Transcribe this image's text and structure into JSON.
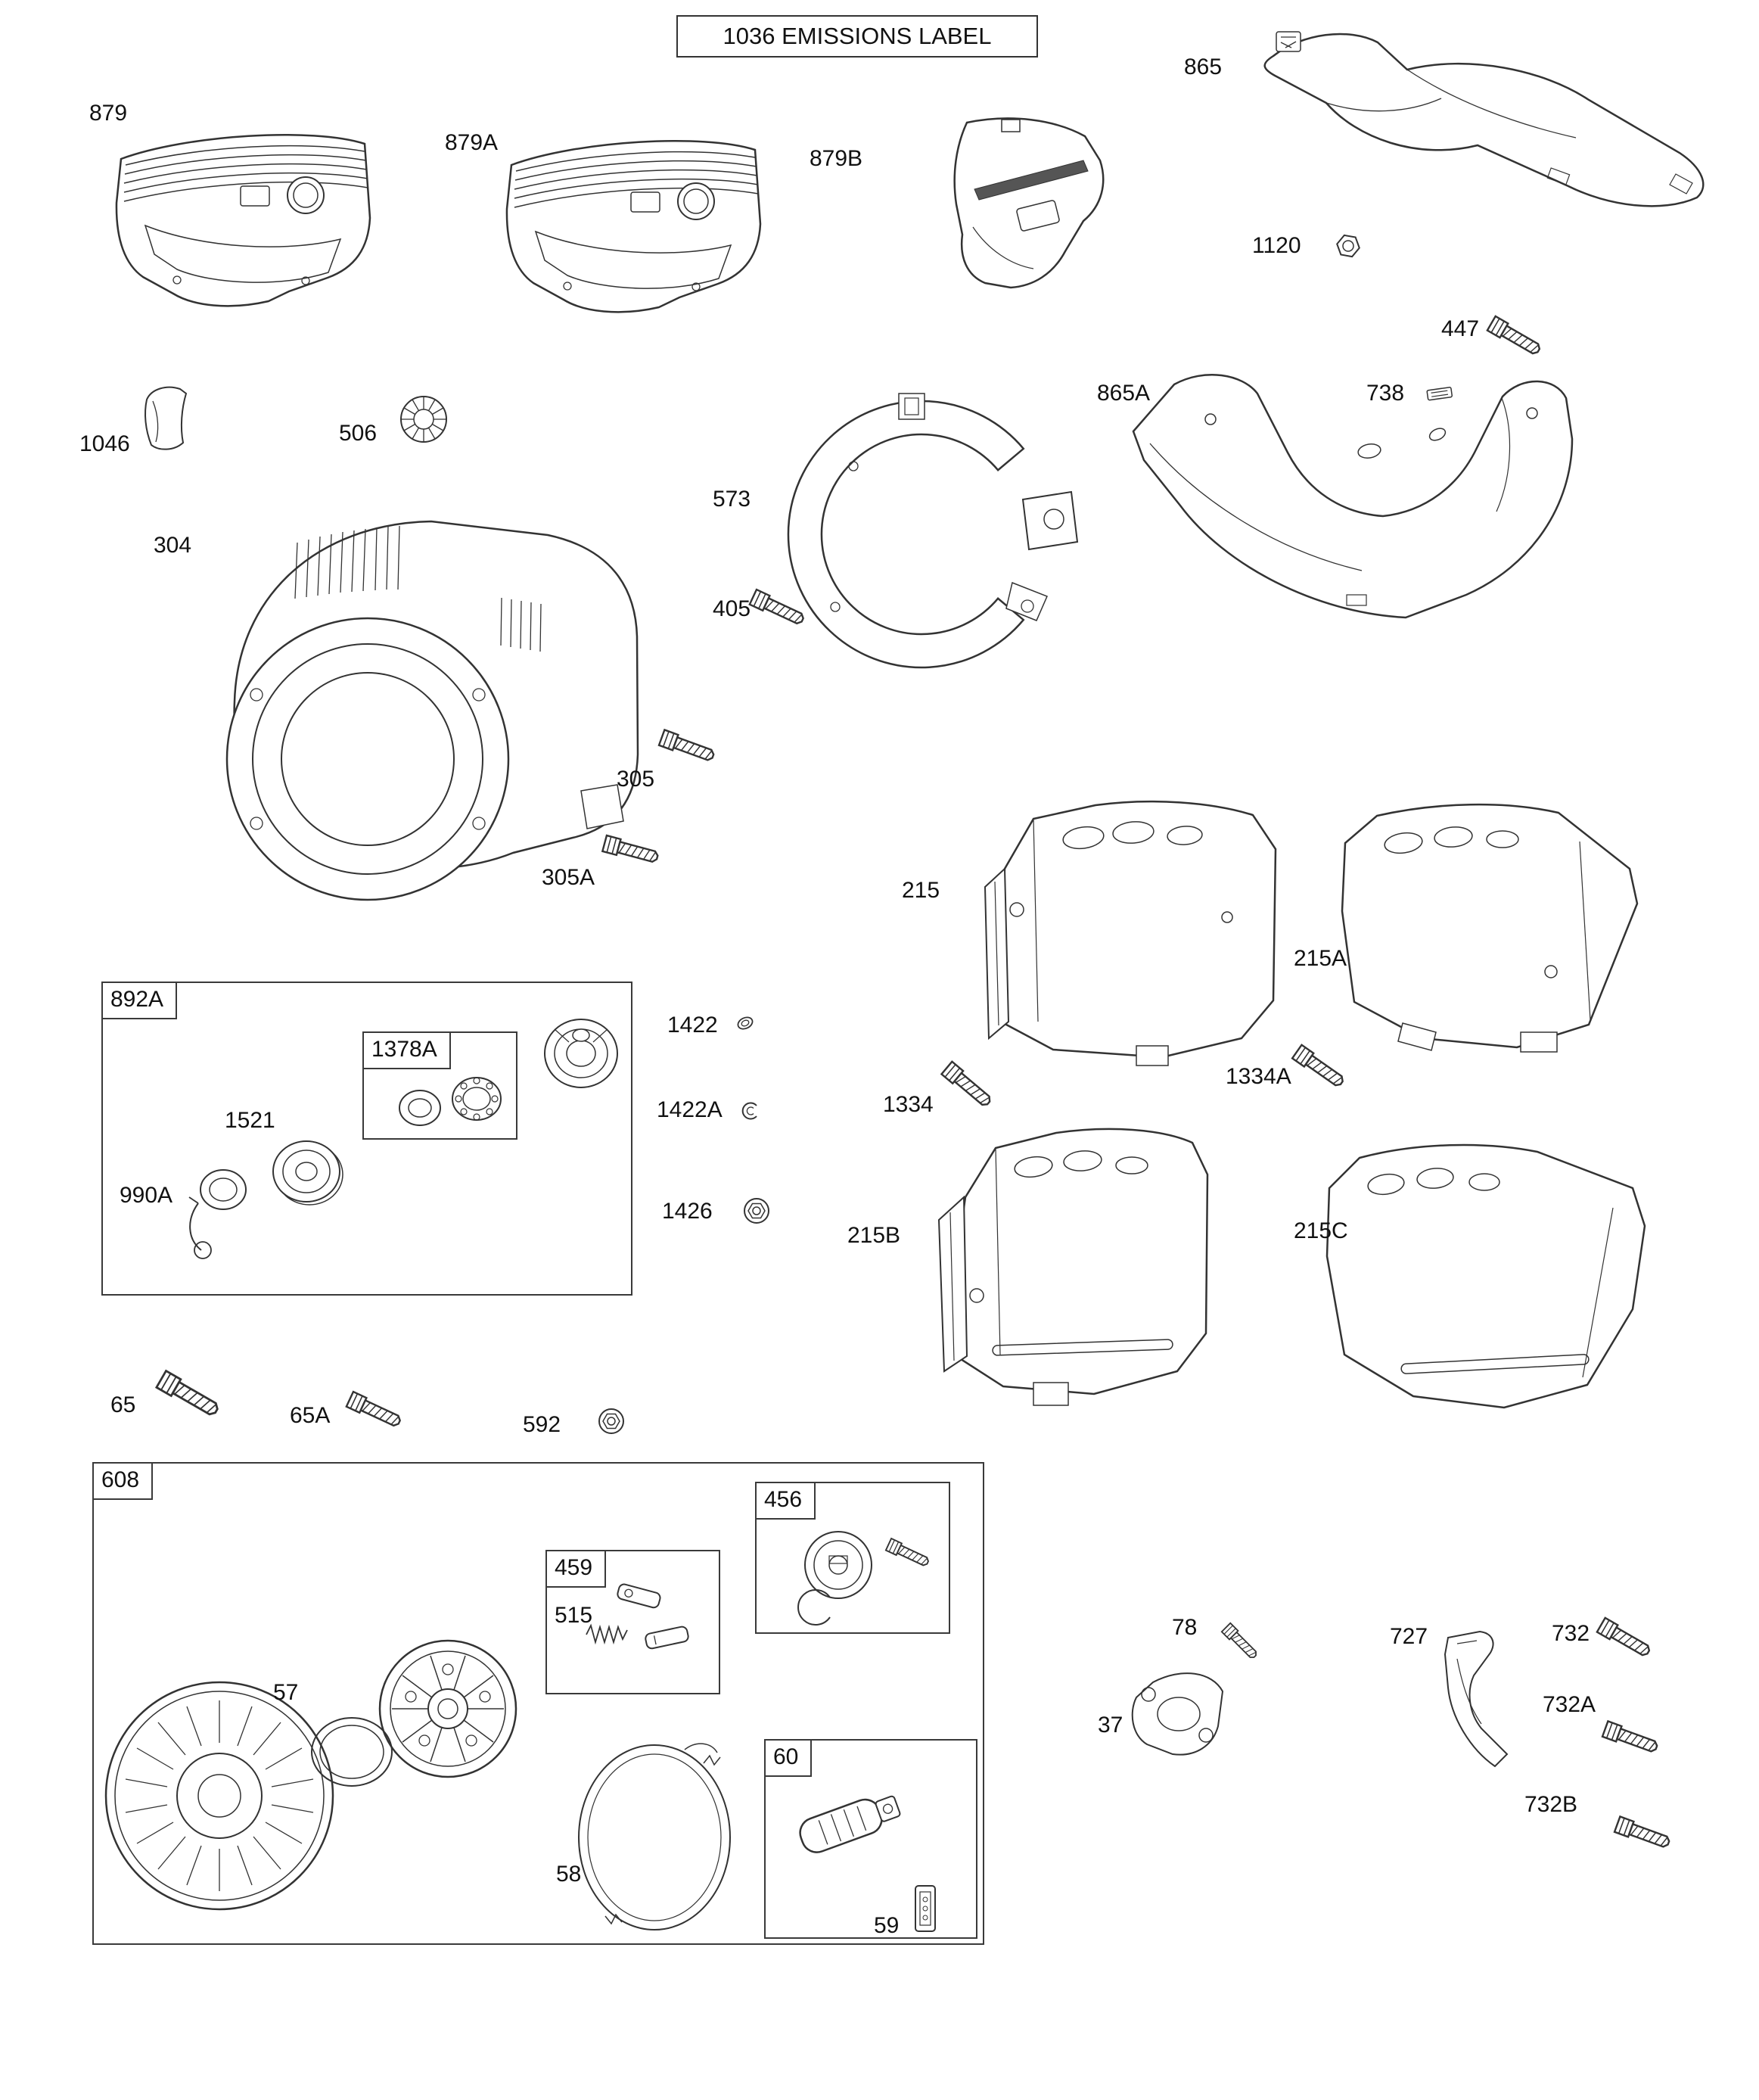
{
  "title": "1036 EMISSIONS LABEL",
  "labels": [
    {
      "text": "879"
    },
    {
      "text": "879A"
    },
    {
      "text": "879B"
    },
    {
      "text": "865"
    },
    {
      "text": "1120"
    },
    {
      "text": "447"
    },
    {
      "text": "1046"
    },
    {
      "text": "506"
    },
    {
      "text": "865A"
    },
    {
      "text": "738"
    },
    {
      "text": "573"
    },
    {
      "text": "304"
    },
    {
      "text": "405"
    },
    {
      "text": "305"
    },
    {
      "text": "305A"
    },
    {
      "text": "215"
    },
    {
      "text": "215A"
    },
    {
      "text": "1422"
    },
    {
      "text": "1422A"
    },
    {
      "text": "1334"
    },
    {
      "text": "1334A"
    },
    {
      "text": "1426"
    },
    {
      "text": "215B"
    },
    {
      "text": "215C"
    },
    {
      "text": "1521"
    },
    {
      "text": "990A"
    },
    {
      "text": "65"
    },
    {
      "text": "65A"
    },
    {
      "text": "592"
    },
    {
      "text": "515"
    },
    {
      "text": "57"
    },
    {
      "text": "58"
    },
    {
      "text": "59"
    },
    {
      "text": "78"
    },
    {
      "text": "37"
    },
    {
      "text": "727"
    },
    {
      "text": "732"
    },
    {
      "text": "732A"
    },
    {
      "text": "732B"
    }
  ],
  "groups": {
    "g892A": {
      "label": "892A"
    },
    "g1378A": {
      "label": "1378A"
    },
    "g608": {
      "label": "608"
    },
    "g456": {
      "label": "456"
    },
    "g459": {
      "label": "459"
    },
    "g60": {
      "label": "60"
    }
  },
  "colors": {
    "line": "#333333",
    "background": "#ffffff",
    "text": "#111111"
  }
}
